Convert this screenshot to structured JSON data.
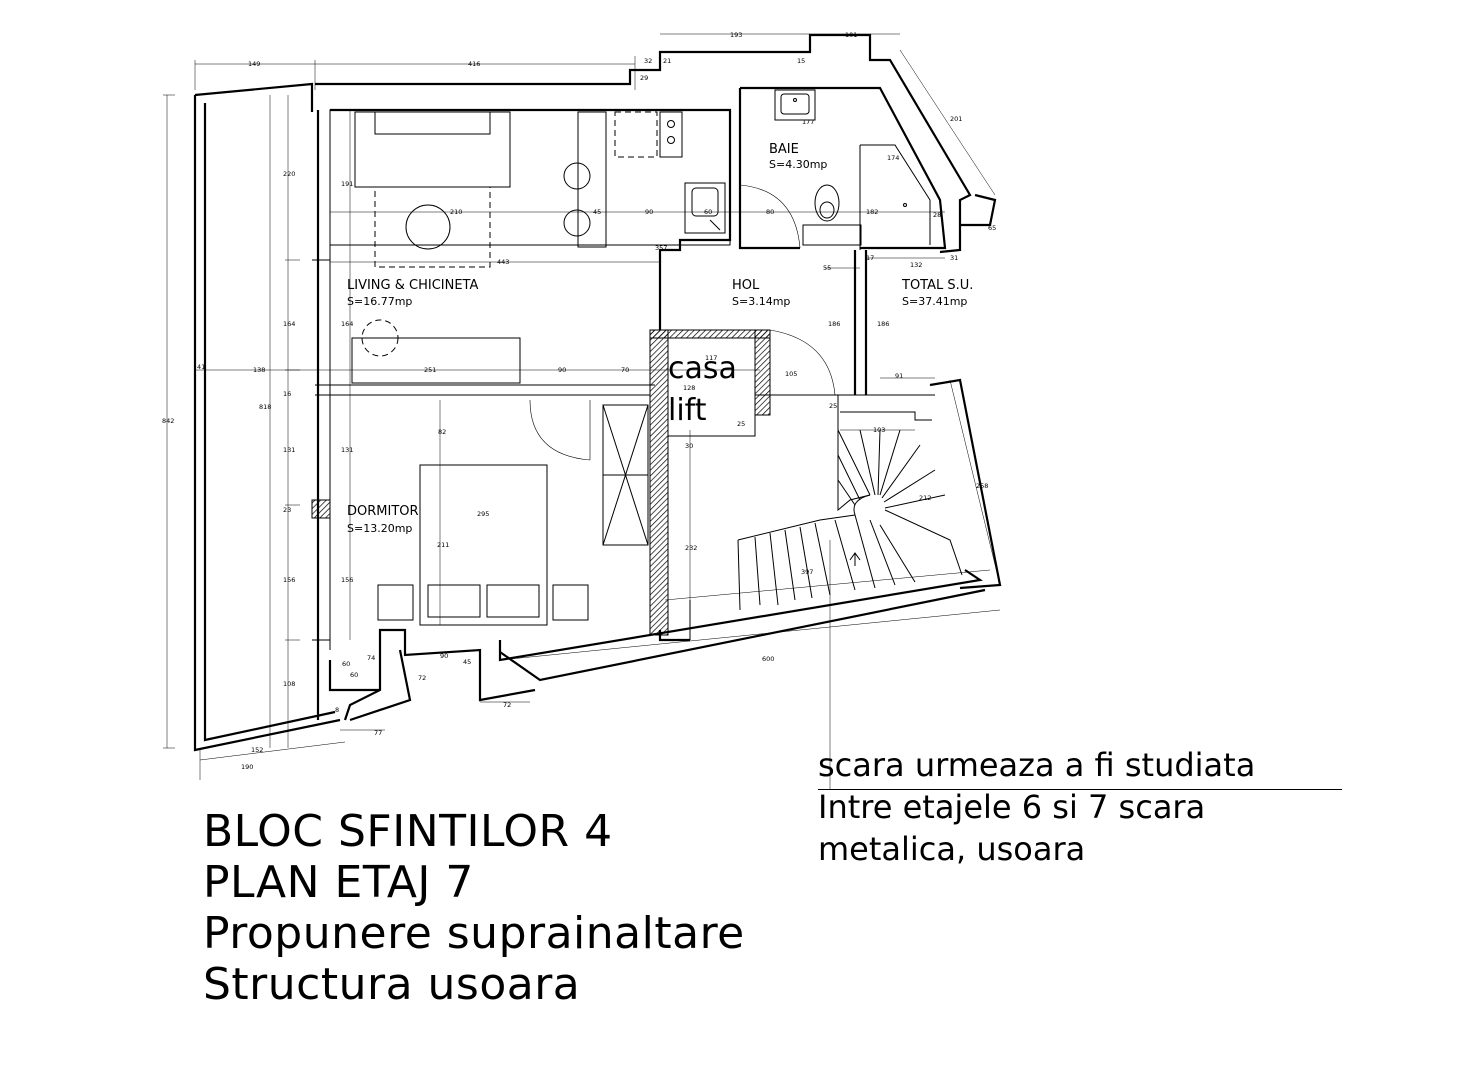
{
  "rooms": {
    "living": {
      "name": "LIVING & CHICINETA",
      "area": "S=16.77mp"
    },
    "baie": {
      "name": "BAIE",
      "area": "S=4.30mp"
    },
    "hol": {
      "name": "HOL",
      "area": "S=3.14mp"
    },
    "total": {
      "name": "TOTAL S.U.",
      "area": "S=37.41mp"
    },
    "dormitor": {
      "name": "DORMITOR",
      "area": "S=13.20mp"
    }
  },
  "lift": {
    "line1": "casa",
    "line2": "lift"
  },
  "dimensions": {
    "d149": "149",
    "d416": "416",
    "d32": "32",
    "d193": "193",
    "d101": "101",
    "d21": "21",
    "d29": "29",
    "d15": "15",
    "d177": "177",
    "d201": "201",
    "d174": "174",
    "d220": "220",
    "d191": "191",
    "d210": "210",
    "d45": "45",
    "d90a": "90",
    "d60a": "60",
    "d80": "80",
    "d182": "182",
    "d28": "28",
    "d65": "65",
    "d357": "357",
    "d443": "443",
    "d55": "55",
    "d17": "17",
    "d132": "132",
    "d31": "31",
    "d164a": "164",
    "d164b": "164",
    "d186a": "186",
    "d186b": "186",
    "d41": "41",
    "d138": "138",
    "d251": "251",
    "d90b": "90",
    "d70": "70",
    "d117": "117",
    "d91": "91",
    "d128": "128",
    "d105": "105",
    "d842": "842",
    "d818": "818",
    "d16": "16",
    "d82": "82",
    "d25a": "25",
    "d25b": "25",
    "d103": "103",
    "d131a": "131",
    "d131b": "131",
    "d30": "30",
    "d258": "258",
    "d212": "212",
    "d295": "295",
    "d23": "23",
    "d211": "211",
    "d232": "232",
    "d156a": "156",
    "d156b": "156",
    "d397": "397",
    "d108": "108",
    "d60b": "60",
    "d74": "74",
    "d90c": "90",
    "d45b": "45",
    "d72a": "72",
    "d600": "600",
    "d72b": "72",
    "d60c": "60",
    "d8": "8",
    "d77": "77",
    "d152": "152",
    "d190": "190"
  },
  "title": {
    "line1": "BLOC SFINTILOR 4",
    "line2": "PLAN ETAJ 7",
    "line3": "Propunere suprainaltare",
    "line4": "Structura usoara"
  },
  "note": {
    "line1": "scara urmeaza a fi studiata",
    "line2": "Intre etajele 6 si 7 scara",
    "line3": "metalica, usoara"
  }
}
